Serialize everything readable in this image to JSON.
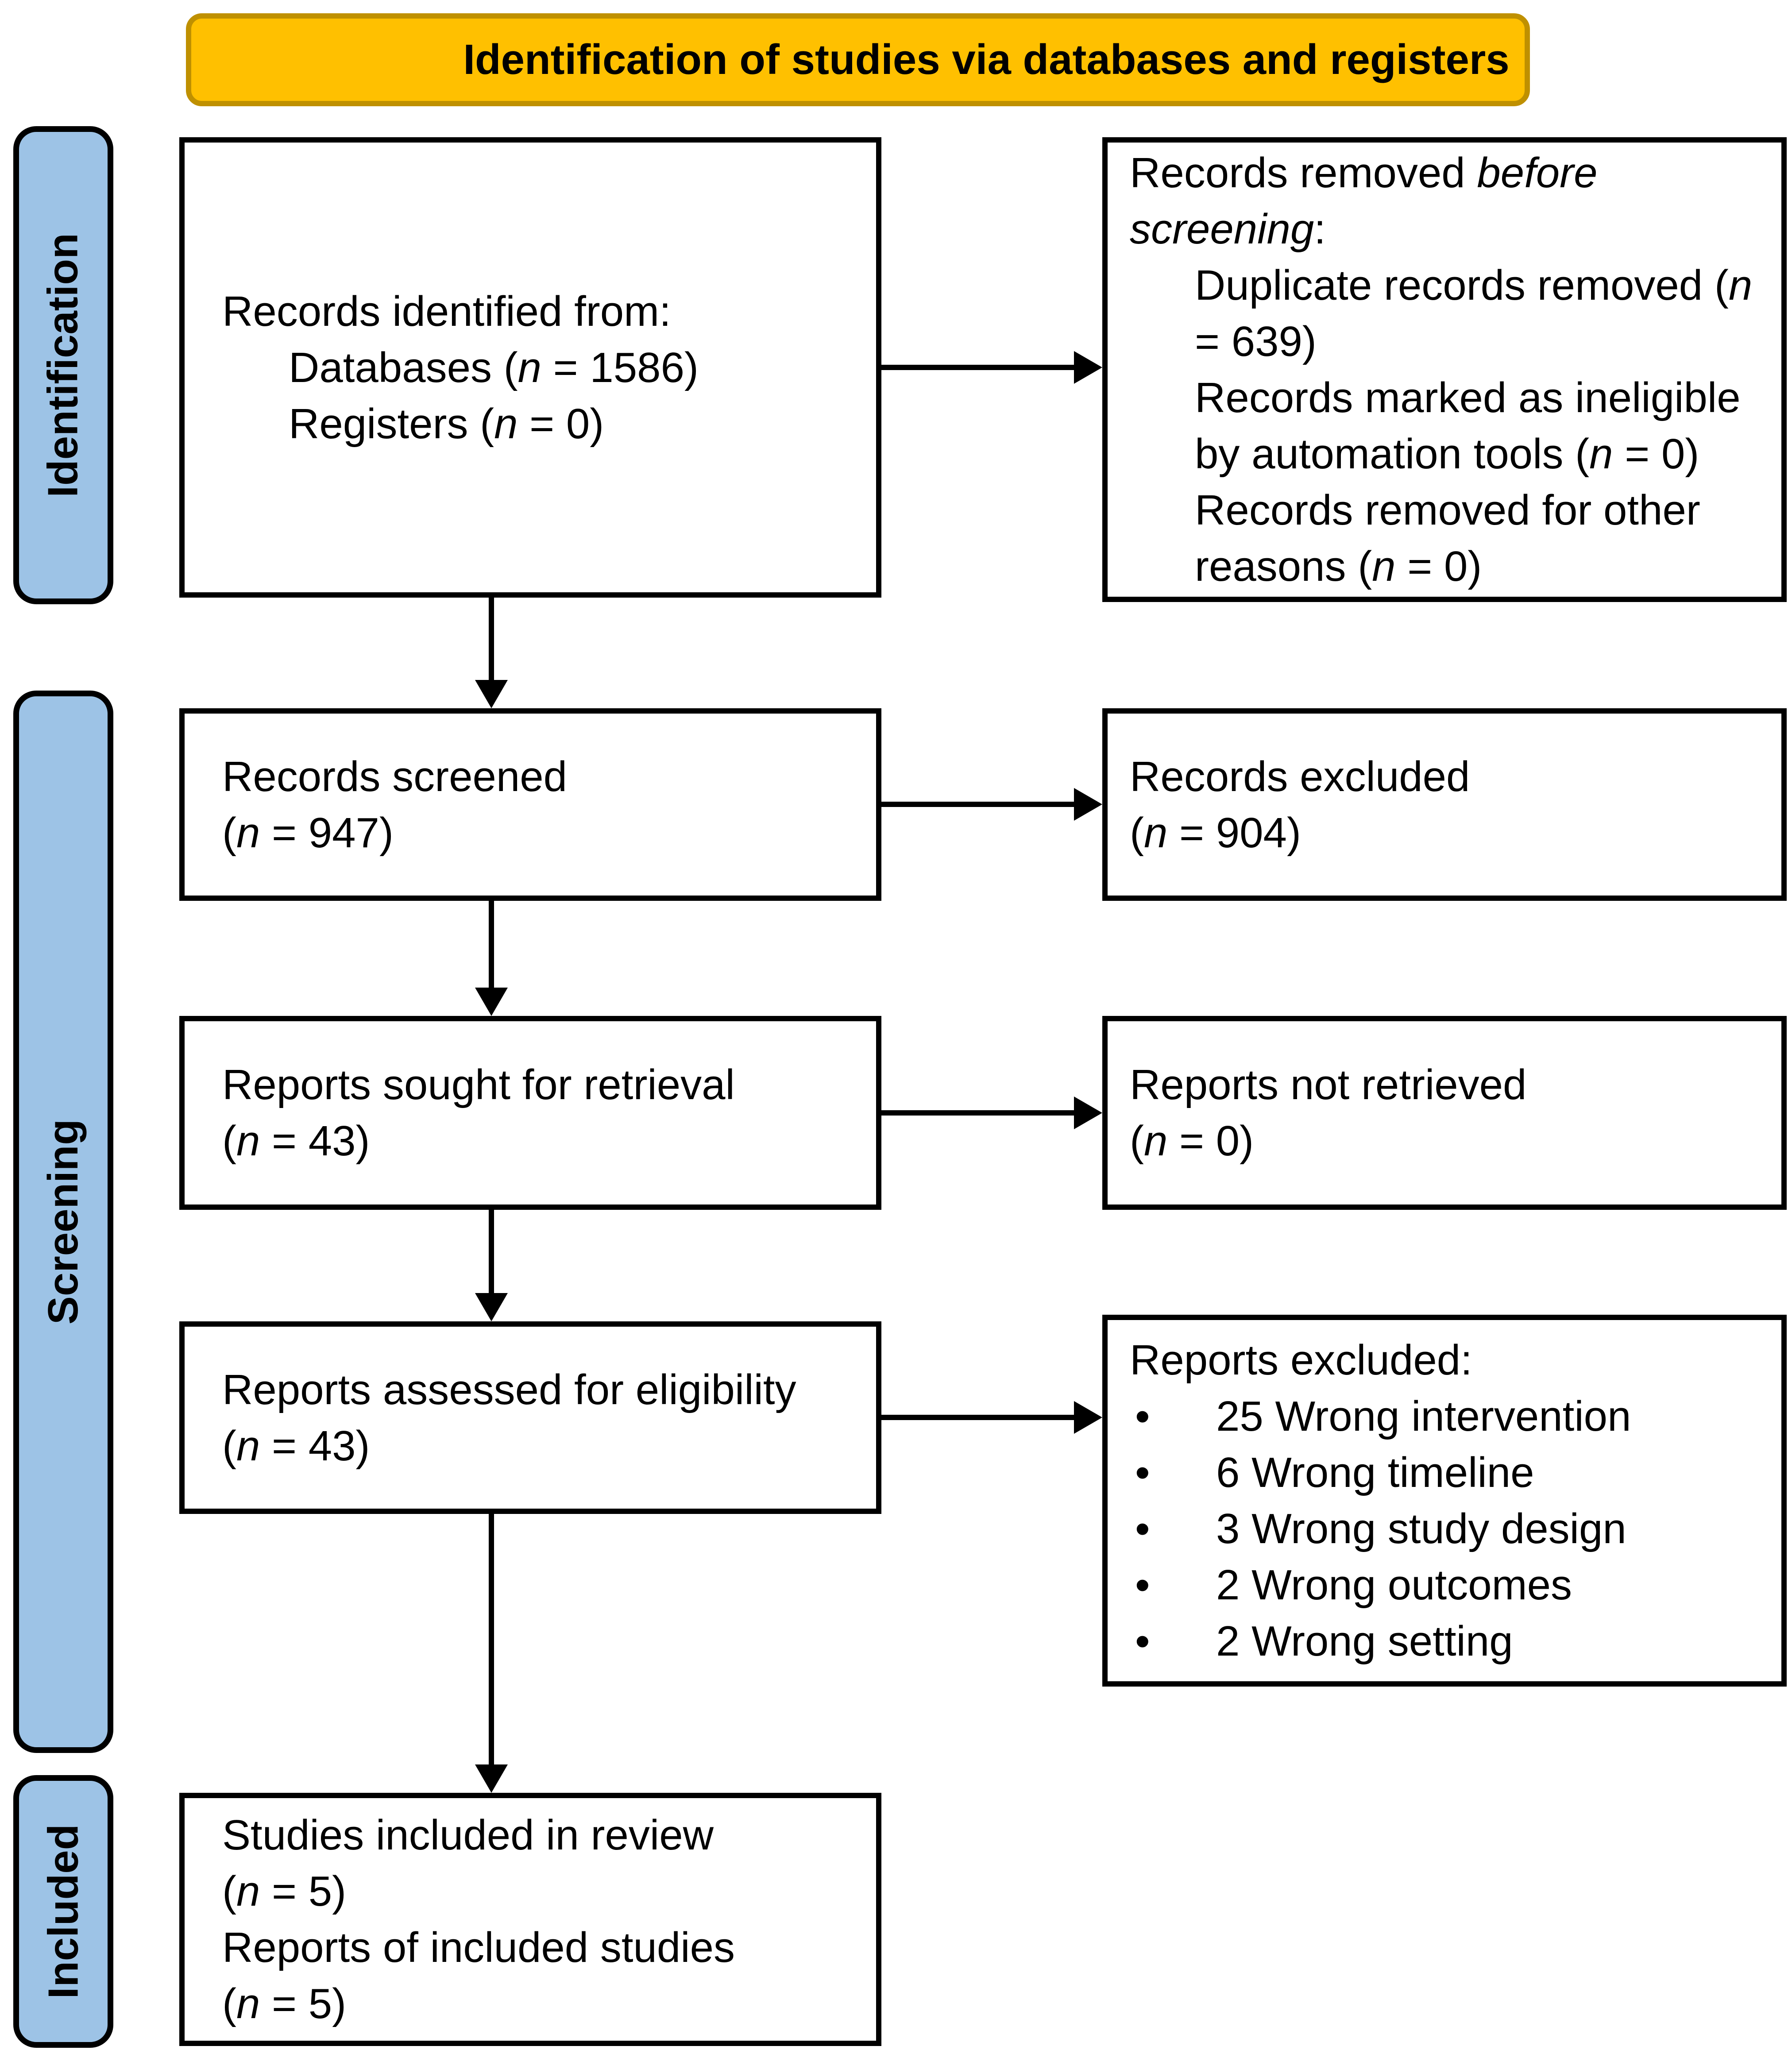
{
  "banner": {
    "title": "Identification of studies via databases and registers"
  },
  "stages": [
    {
      "label": "Identification"
    },
    {
      "label": "Screening"
    },
    {
      "label": "Included"
    }
  ],
  "boxes": {
    "identified": {
      "title": [
        {
          "t": "Records identified from:"
        }
      ],
      "items": [
        [
          {
            "t": "Databases ("
          },
          {
            "t": "n",
            "i": true
          },
          {
            "t": " = 1586)"
          }
        ],
        [
          {
            "t": "Registers ("
          },
          {
            "t": "n",
            "i": true
          },
          {
            "t": " = 0)"
          }
        ]
      ]
    },
    "removed_before": {
      "title": [
        {
          "t": "Records removed "
        },
        {
          "t": "before screening",
          "i": true
        },
        {
          "t": ":"
        }
      ],
      "items": [
        [
          {
            "t": "Duplicate records removed ("
          },
          {
            "t": "n",
            "i": true
          },
          {
            "t": " = 639)"
          }
        ],
        [
          {
            "t": "Records marked as ineligible by automation tools ("
          },
          {
            "t": "n",
            "i": true
          },
          {
            "t": " = 0)"
          }
        ],
        [
          {
            "t": "Records removed for other reasons ("
          },
          {
            "t": "n",
            "i": true
          },
          {
            "t": " = 0)"
          }
        ]
      ]
    },
    "screened": {
      "lines": [
        [
          {
            "t": "Records screened"
          }
        ],
        [
          {
            "t": "("
          },
          {
            "t": "n",
            "i": true
          },
          {
            "t": " = 947)"
          }
        ]
      ]
    },
    "records_excluded": {
      "lines": [
        [
          {
            "t": "Records excluded"
          }
        ],
        [
          {
            "t": "("
          },
          {
            "t": "n",
            "i": true
          },
          {
            "t": " = 904)"
          }
        ]
      ]
    },
    "sought": {
      "lines": [
        [
          {
            "t": "Reports sought for retrieval"
          }
        ],
        [
          {
            "t": "("
          },
          {
            "t": "n",
            "i": true
          },
          {
            "t": " = 43)"
          }
        ]
      ]
    },
    "not_retrieved": {
      "lines": [
        [
          {
            "t": "Reports not retrieved"
          }
        ],
        [
          {
            "t": "("
          },
          {
            "t": "n",
            "i": true
          },
          {
            "t": " = 0)"
          }
        ]
      ]
    },
    "assessed": {
      "lines": [
        [
          {
            "t": "Reports assessed for eligibility"
          }
        ],
        [
          {
            "t": "("
          },
          {
            "t": "n",
            "i": true
          },
          {
            "t": " = 43)"
          }
        ]
      ]
    },
    "reports_excluded": {
      "title": [
        {
          "t": "Reports excluded:"
        }
      ],
      "bullet_char": "•",
      "bullets": [
        "25 Wrong intervention",
        "6 Wrong timeline",
        "3 Wrong study design",
        "2 Wrong outcomes",
        "2 Wrong setting"
      ]
    },
    "included": {
      "lines": [
        [
          {
            "t": "Studies included in review"
          }
        ],
        [
          {
            "t": "("
          },
          {
            "t": "n",
            "i": true
          },
          {
            "t": " = 5)"
          }
        ],
        [
          {
            "t": "Reports of included studies"
          }
        ],
        [
          {
            "t": "("
          },
          {
            "t": "n",
            "i": true
          },
          {
            "t": " = 5)"
          }
        ]
      ]
    }
  },
  "colors": {
    "banner_fill": "#FFC000",
    "banner_border": "#BF9000",
    "stage_fill": "#9DC3E6",
    "outline": "#000000"
  }
}
